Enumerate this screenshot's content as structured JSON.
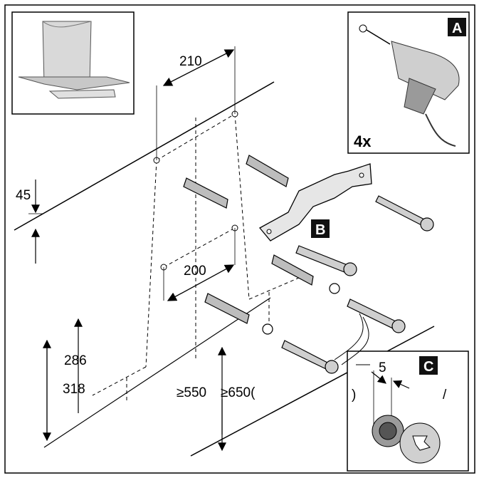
{
  "panels": {
    "a": {
      "letter": "A",
      "count": "4x"
    },
    "b": {
      "letter": "B"
    },
    "c": {
      "letter": "C",
      "dim": "5",
      "left_mark": ")",
      "right_mark": "/"
    }
  },
  "dimensions": {
    "d210": "210",
    "d45": "45",
    "d200": "200",
    "d286": "286",
    "d318": "318",
    "d550": "≥550",
    "d650": "≥650("
  },
  "colors": {
    "line": "#000000",
    "grey": "#888888",
    "fill_light": "#e6e6e6"
  }
}
